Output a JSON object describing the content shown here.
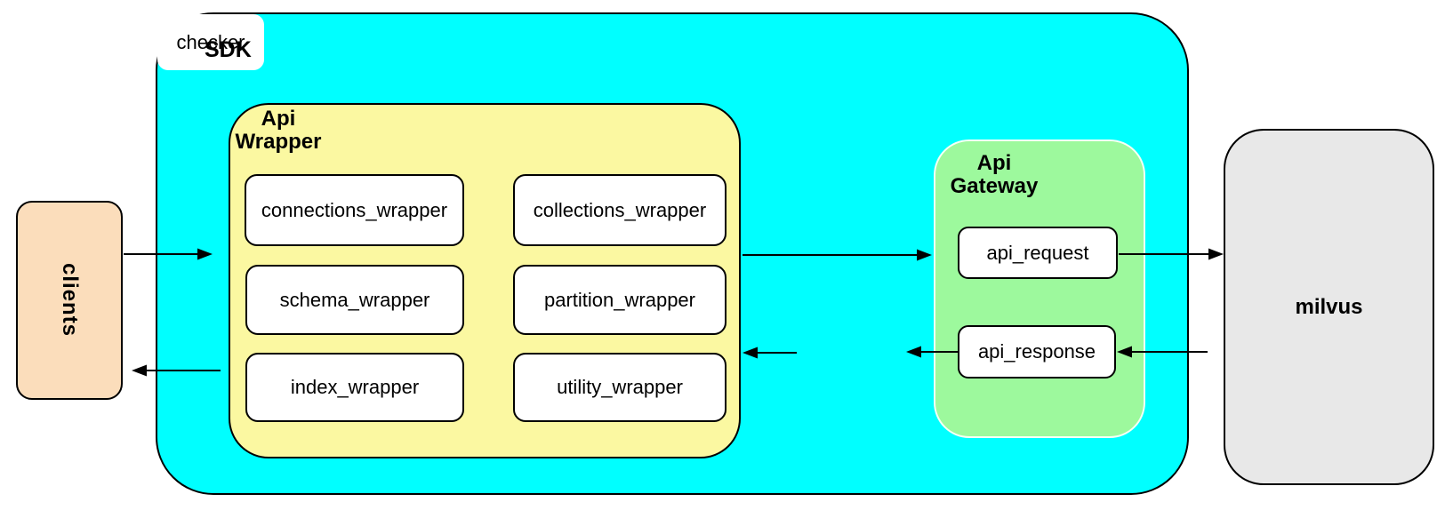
{
  "colors": {
    "sdk_fill": "#00FFFF",
    "wrapper_fill": "#FBF8A1",
    "gateway_fill": "#9DF99D",
    "clients_fill": "#FBDDBB",
    "milvus_fill": "#E8E8E8",
    "box_fill": "#FFFFFF",
    "stroke": "#000000"
  },
  "diagram": {
    "clients": {
      "label": "clients"
    },
    "sdk": {
      "label": "SDK"
    },
    "api_wrapper": {
      "label_line1": "Api",
      "label_line2": "Wrapper",
      "boxes": [
        "connections_wrapper",
        "collections_wrapper",
        "schema_wrapper",
        "partition_wrapper",
        "index_wrapper",
        "utility_wrapper"
      ]
    },
    "checker": {
      "label": "checker"
    },
    "api_gateway": {
      "label_line1": "Api",
      "label_line2": "Gateway",
      "api_request": "api_request",
      "api_response": "api_response"
    },
    "milvus": {
      "label": "milvus"
    },
    "edges": [
      {
        "from": "clients",
        "to": "api_wrapper",
        "direction": "right"
      },
      {
        "from": "api_wrapper",
        "to": "clients",
        "direction": "left"
      },
      {
        "from": "api_wrapper",
        "to": "api_gateway",
        "direction": "right"
      },
      {
        "from": "api_request",
        "to": "milvus",
        "direction": "right"
      },
      {
        "from": "milvus",
        "to": "api_response",
        "direction": "left"
      },
      {
        "from": "api_response",
        "to": "checker",
        "direction": "left"
      },
      {
        "from": "checker",
        "to": "api_wrapper",
        "direction": "left"
      }
    ]
  }
}
